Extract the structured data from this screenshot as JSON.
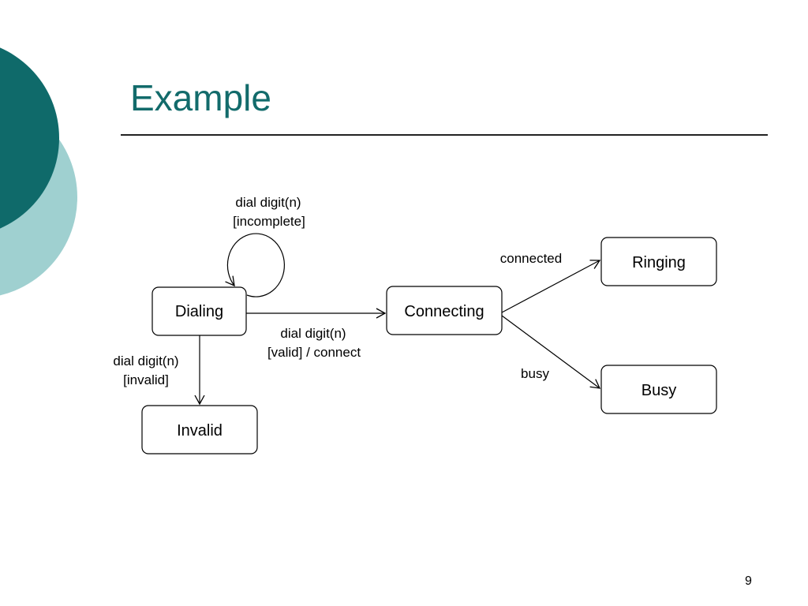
{
  "slide": {
    "title": "Example",
    "page_number": "9",
    "colors": {
      "accent_dark": "#0f6a6a",
      "accent_light": "#9fd0d0",
      "title": "#126b6b"
    }
  },
  "diagram": {
    "type": "state-machine",
    "states": {
      "dialing": "Dialing",
      "connecting": "Connecting",
      "ringing": "Ringing",
      "busy": "Busy",
      "invalid": "Invalid"
    },
    "transitions": {
      "self_loop": {
        "from": "Dialing",
        "to": "Dialing",
        "line1": "dial digit(n)",
        "line2": "[incomplete]"
      },
      "to_connecting": {
        "from": "Dialing",
        "to": "Connecting",
        "line1": "dial digit(n)",
        "line2": "[valid] / connect"
      },
      "to_invalid": {
        "from": "Dialing",
        "to": "Invalid",
        "line1": "dial digit(n)",
        "line2": "[invalid]"
      },
      "to_ringing": {
        "from": "Connecting",
        "to": "Ringing",
        "label": "connected"
      },
      "to_busy": {
        "from": "Connecting",
        "to": "Busy",
        "label": "busy"
      }
    }
  }
}
